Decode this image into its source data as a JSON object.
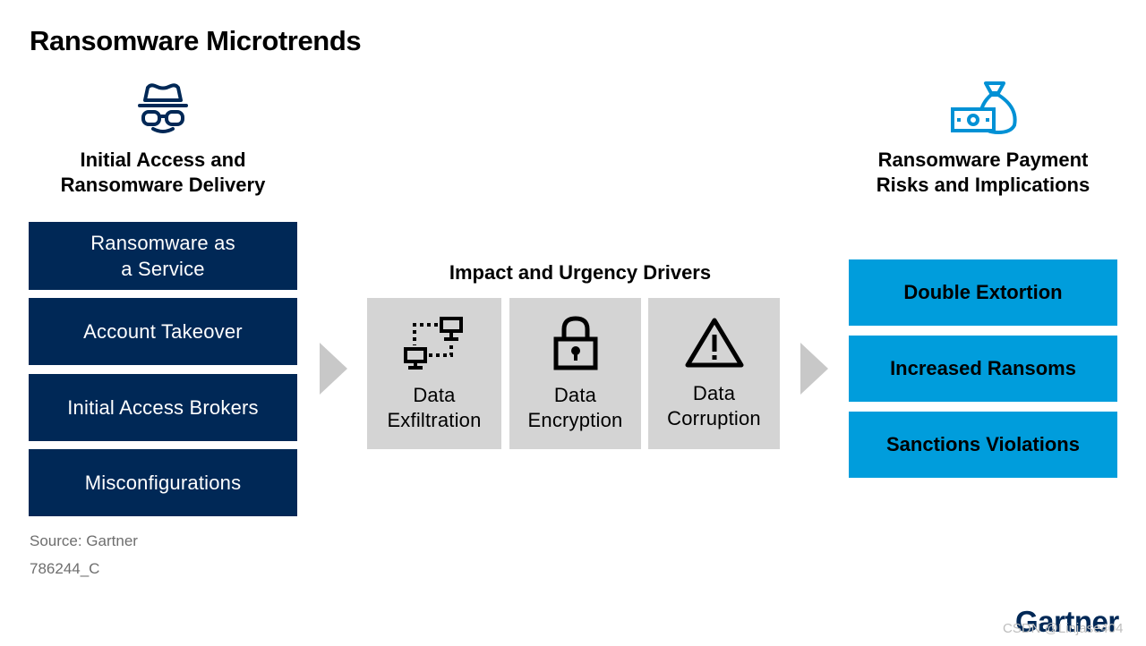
{
  "title": "Ransomware Microtrends",
  "left": {
    "icon": "spy-icon",
    "heading": "Initial Access and\nRansomware Delivery",
    "items": [
      "Ransomware as\na Service",
      "Account Takeover",
      "Initial Access Brokers",
      "Misconfigurations"
    ],
    "box_color": "#002856"
  },
  "middle": {
    "heading": "Impact and Urgency Drivers",
    "items": [
      {
        "label": "Data\nExfiltration",
        "icon": "network-icon"
      },
      {
        "label": "Data\nEncryption",
        "icon": "lock-icon"
      },
      {
        "label": "Data\nCorruption",
        "icon": "warning-icon"
      }
    ],
    "box_color": "#d4d4d4"
  },
  "right": {
    "icon": "money-bag-icon",
    "heading": "Ransomware Payment\nRisks and Implications",
    "items": [
      "Double Extortion",
      "Increased Ransoms",
      "Sanctions Violations"
    ],
    "box_color": "#009ddc"
  },
  "footer": {
    "source": "Source: Gartner",
    "code": "786244_C",
    "logo": "Gartner",
    "watermark": "CSDN @Linjase404"
  }
}
